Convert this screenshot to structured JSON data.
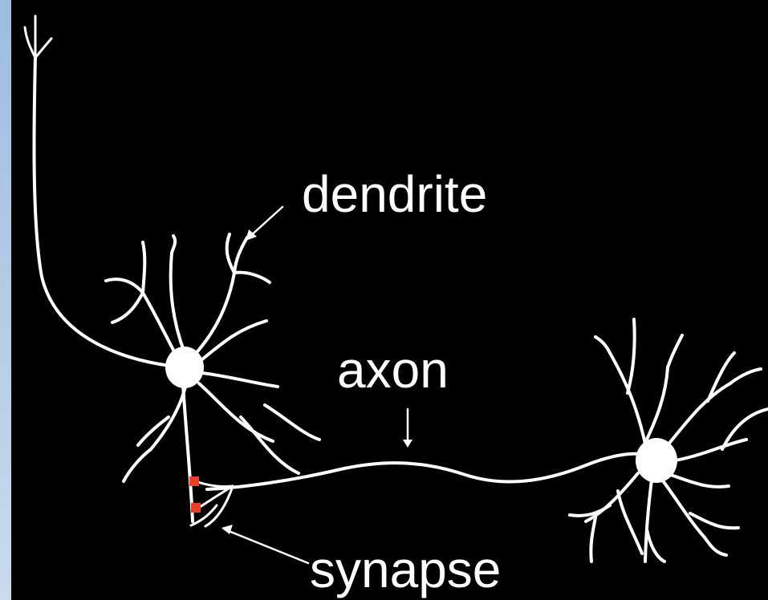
{
  "labels": {
    "dendrite": "dendrite",
    "axon": "axon",
    "synapse": "synapse"
  },
  "colors": {
    "background_panel": "#000000",
    "neuron": "#ffffff",
    "synapse_marker": "#e8402a",
    "slide_frame": "#b8cfe6"
  }
}
